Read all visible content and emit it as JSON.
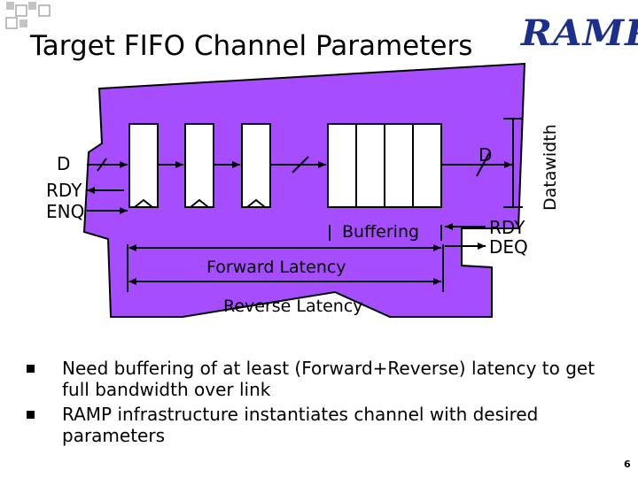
{
  "slide": {
    "title": "Target FIFO Channel Parameters",
    "logo_text": "RAMP",
    "page_number": "6"
  },
  "diagram": {
    "left_signals": {
      "d": "D",
      "rdy": "RDY",
      "enq": "ENQ"
    },
    "right_signals": {
      "d": "D",
      "rdy": "RDY",
      "deq": "DEQ"
    },
    "datawidth_label": "Datawidth",
    "buffering_label": "Buffering",
    "forward_latency_label": "Forward Latency",
    "reverse_latency_label": "Reverse Latency",
    "colors": {
      "blob_fill": "#a64dff",
      "outline": "#000000"
    }
  },
  "bullets": [
    "Need buffering of at least (Forward+Reverse) latency to get full bandwidth over link",
    "RAMP infrastructure instantiates channel with desired parameters"
  ],
  "colors": {
    "logo": "#1c2f8c",
    "square_gray": "#b5b5b5"
  }
}
